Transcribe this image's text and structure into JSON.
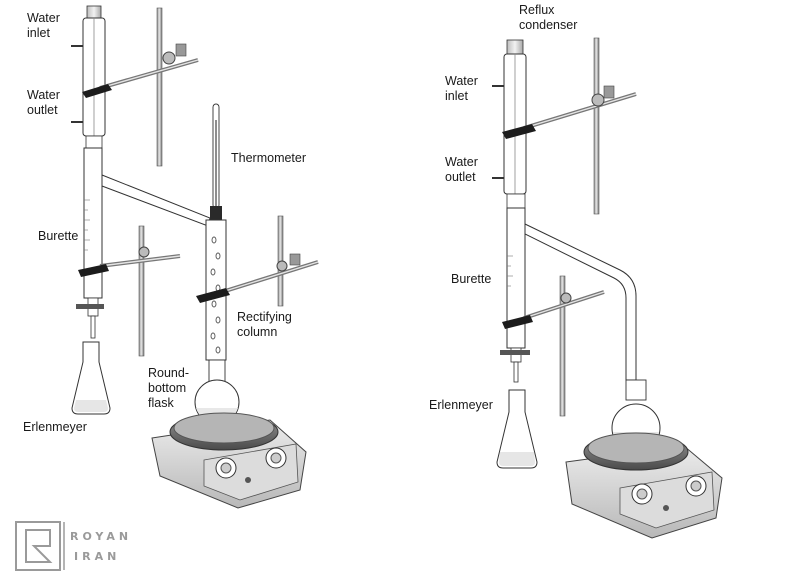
{
  "labels": {
    "left_water_inlet": "Water\ninlet",
    "left_water_outlet": "Water\noutlet",
    "thermometer": "Thermometer",
    "left_burette": "Burette",
    "rectifying_column": "Rectifying\ncolumn",
    "round_bottom_flask": "Round-\nbottom\nflask",
    "left_erlenmeyer": "Erlenmeyer",
    "reflux_condenser": "Reflux\ncondenser",
    "right_water_inlet": "Water\ninlet",
    "right_water_outlet": "Water\noutlet",
    "right_burette": "Burette",
    "right_erlenmeyer": "Erlenmeyer"
  },
  "logo": {
    "line1": "ROYAN",
    "line2": "IRAN"
  },
  "colors": {
    "glass": "#ffffff",
    "outline": "#2a2a2a",
    "metal_light": "#d8d8d8",
    "metal_dark": "#6e6e6e",
    "clamp": "#1c1c1c",
    "logo": "#9a9a9a"
  }
}
